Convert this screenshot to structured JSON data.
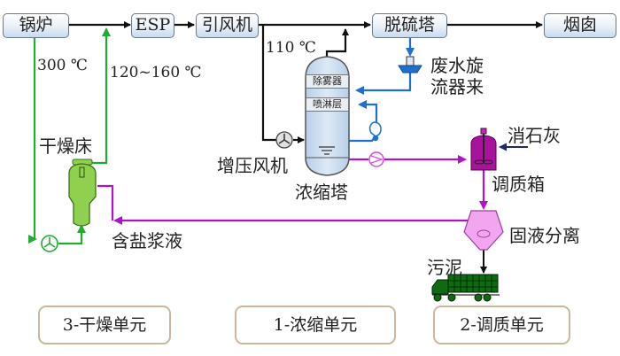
{
  "nodes": {
    "boiler": "锅炉",
    "esp": "ESP",
    "induced_fan": "引风机",
    "desulfurization_tower": "脱硫塔",
    "chimney": "烟囱"
  },
  "temperatures": {
    "boiler_out": "300 ℃",
    "return": "120~160 ℃",
    "fan_out": "110 ℃"
  },
  "labels": {
    "wastewater_line1": "废水旋",
    "wastewater_line2": "流器来",
    "demister": "除雾器",
    "spray_layer": "喷淋层",
    "booster_fan": "增压风机",
    "concentration_tower": "浓缩塔",
    "drying_bed": "干燥床",
    "slaked_lime": "消石灰",
    "conditioning_tank": "调质箱",
    "solid_liquid_separation": "固液分离",
    "sludge": "污泥",
    "salty_slurry": "含盐浆液"
  },
  "units": [
    {
      "label": "3-干燥单元"
    },
    {
      "label": "1-浓缩单元"
    },
    {
      "label": "2-调质单元"
    }
  ],
  "colors": {
    "flue_gas": "#111111",
    "drying_loop": "#22aa33",
    "water": "#1f6fd0",
    "slurry": "#b012c8",
    "tower_fill": "#cfe0f1",
    "dryer_fill": "#8fd14f",
    "tank_fill": "#a8129c",
    "separator_fill": "#f3a6f0",
    "truck_fill": "#0e6b12"
  }
}
